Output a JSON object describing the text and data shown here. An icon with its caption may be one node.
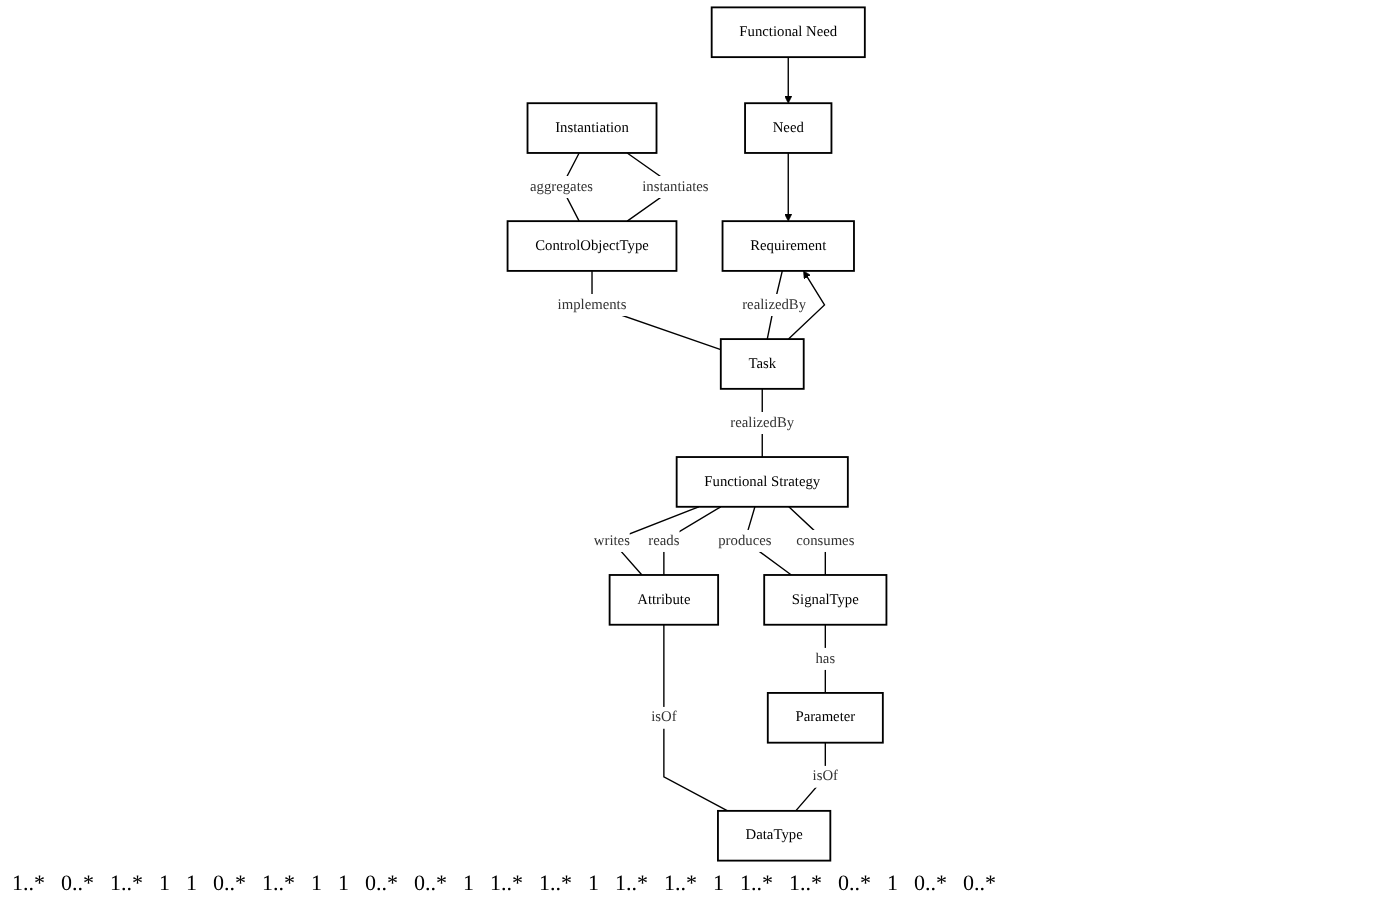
{
  "diagram": {
    "nodes": [
      {
        "text": [
          "Requirement"
        ]
      },
      {
        "text": [
          "Instantiation"
        ]
      },
      {
        "text": [
          "Need"
        ]
      },
      {
        "text": [
          "Task"
        ]
      },
      {
        "text": [
          "ControlObjectType"
        ]
      },
      {
        "text": [
          "Attribute"
        ]
      },
      {
        "text": [
          "Functional Need"
        ]
      },
      {
        "text": [
          "Functional Strategy"
        ]
      },
      {
        "text": [
          "Parameter"
        ]
      },
      {
        "text": [
          "DataType"
        ]
      },
      {
        "text": [
          "SignalType"
        ]
      }
    ],
    "edges": [
      {
        "from": 2,
        "to": 0,
        "arrow": "to"
      },
      {
        "from": 3,
        "to": 0,
        "arrow": "to"
      },
      {
        "from": 6,
        "to": 2,
        "arrow": "to"
      },
      {
        "from": 0,
        "to": 3,
        "arrow": "none",
        "label": "realizedBy"
      },
      {
        "from": 4,
        "to": 3,
        "arrow": "none",
        "label": "implements"
      },
      {
        "from": 1,
        "to": 4,
        "arrow": "none",
        "label": "aggregates"
      },
      {
        "from": 4,
        "to": 1,
        "arrow": "none",
        "label": "instantiates"
      },
      {
        "from": 3,
        "to": 7,
        "arrow": "none",
        "label": "realizedBy"
      },
      {
        "from": 7,
        "to": 5,
        "arrow": "none",
        "label": "writes"
      },
      {
        "from": 7,
        "to": 5,
        "arrow": "none",
        "label": "reads"
      },
      {
        "from": 7,
        "to": 10,
        "arrow": "none",
        "label": "produces"
      },
      {
        "from": 7,
        "to": 10,
        "arrow": "none",
        "label": "consumes"
      },
      {
        "from": 5,
        "to": 9,
        "arrow": "none",
        "label": "isOf"
      },
      {
        "from": 8,
        "to": 9,
        "arrow": "none",
        "label": "isOf"
      },
      {
        "from": 10,
        "to": 8,
        "arrow": "none",
        "label": "has"
      }
    ],
    "labels": [
      "1..*",
      "0..*",
      "1..*",
      "1",
      "1",
      "0..*",
      "1..*",
      "1",
      "1",
      "0..*",
      "0..*",
      "1",
      "1..*",
      "1..*",
      "1",
      "1..*",
      "1..*",
      "1",
      "1..*",
      "1..*",
      "0..*",
      "1",
      "0..*",
      "0..*"
    ]
  }
}
